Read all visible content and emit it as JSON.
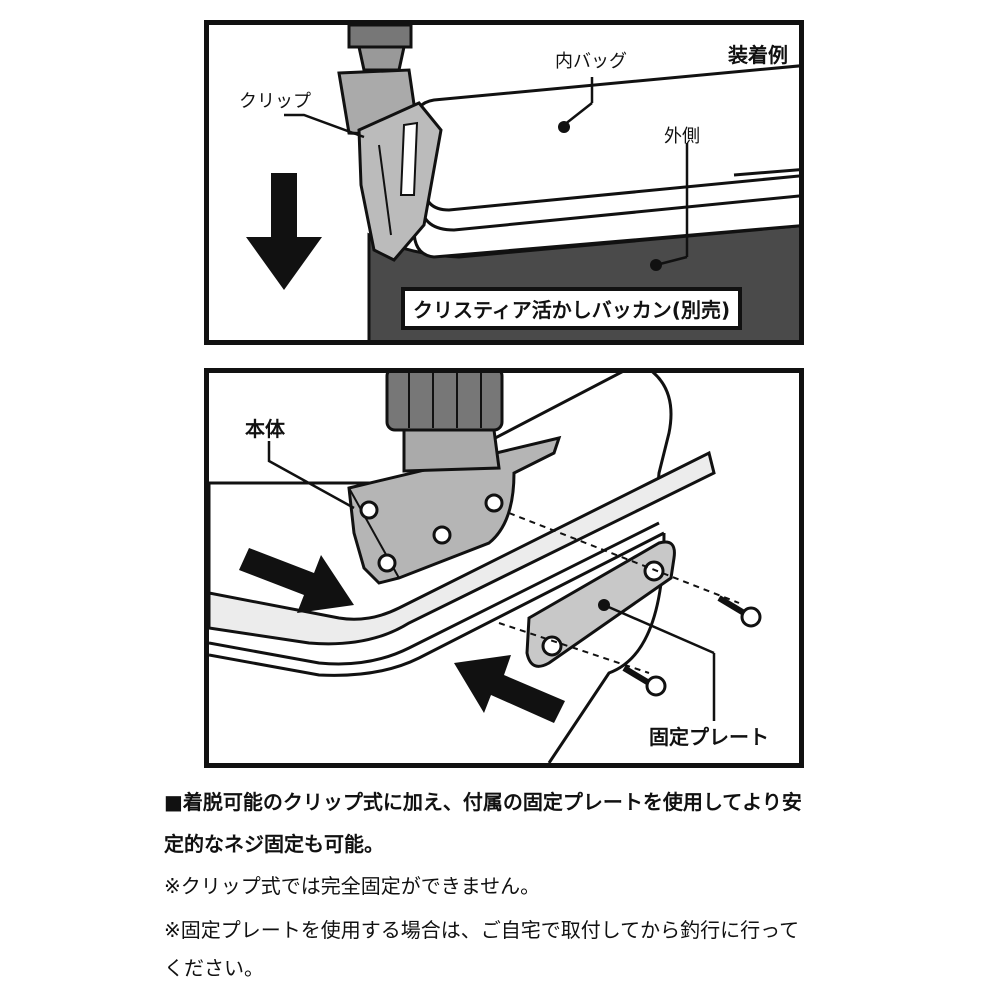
{
  "top_panel": {
    "example_label": "装着例",
    "inner_bag_label": "内バッグ",
    "outside_label": "外側",
    "clip_label": "クリップ",
    "product_label": "クリスティア活かしバッカン(別売)"
  },
  "bottom_panel": {
    "body_label": "本体",
    "plate_label": "固定プレート"
  },
  "notes": {
    "line1": "■着脱可能のクリップ式に加え、付属の固定プレートを使用してより安",
    "line2": "定的なネジ固定も可能。",
    "line3": "※クリップ式では完全固定ができません。",
    "line4": "※固定プレートを使用する場合は、ご自宅で取付してから釣行に行って",
    "line5": "ください。"
  }
}
